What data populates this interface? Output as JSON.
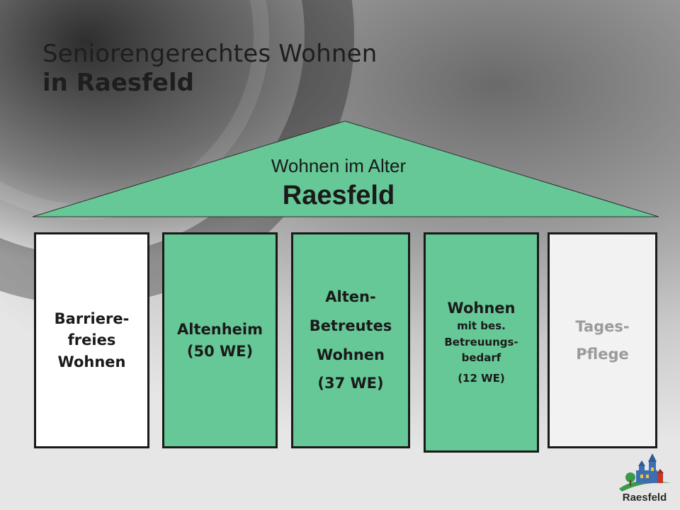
{
  "title": {
    "line1": "Seniorengerechtes Wohnen",
    "line2": "in Raesfeld"
  },
  "roof": {
    "line1": "Wohnen im Alter",
    "line2": "Raesfeld",
    "color": "#66c896"
  },
  "pillars": [
    {
      "lines": [
        "Barriere-",
        "freies",
        "Wohnen"
      ],
      "color": "#ffffff"
    },
    {
      "lines": [
        "Altenheim",
        "(50 WE)"
      ],
      "color": "#66c896"
    },
    {
      "lines": [
        "Alten-",
        "Betreutes",
        "Wohnen",
        "(37 WE)"
      ],
      "color": "#66c896"
    },
    {
      "big": "Wohnen",
      "small_lines": [
        "mit bes.",
        "Betreuungs-",
        "bedarf"
      ],
      "count": "(12 WE)",
      "color": "#66c896"
    },
    {
      "lines": [
        "Tages-",
        "Pflege"
      ],
      "color": "#f2f2f2",
      "text_color": "#9b9b9b"
    }
  ],
  "logo": {
    "text": "Raesfeld",
    "icon": "castle-logo-icon"
  }
}
